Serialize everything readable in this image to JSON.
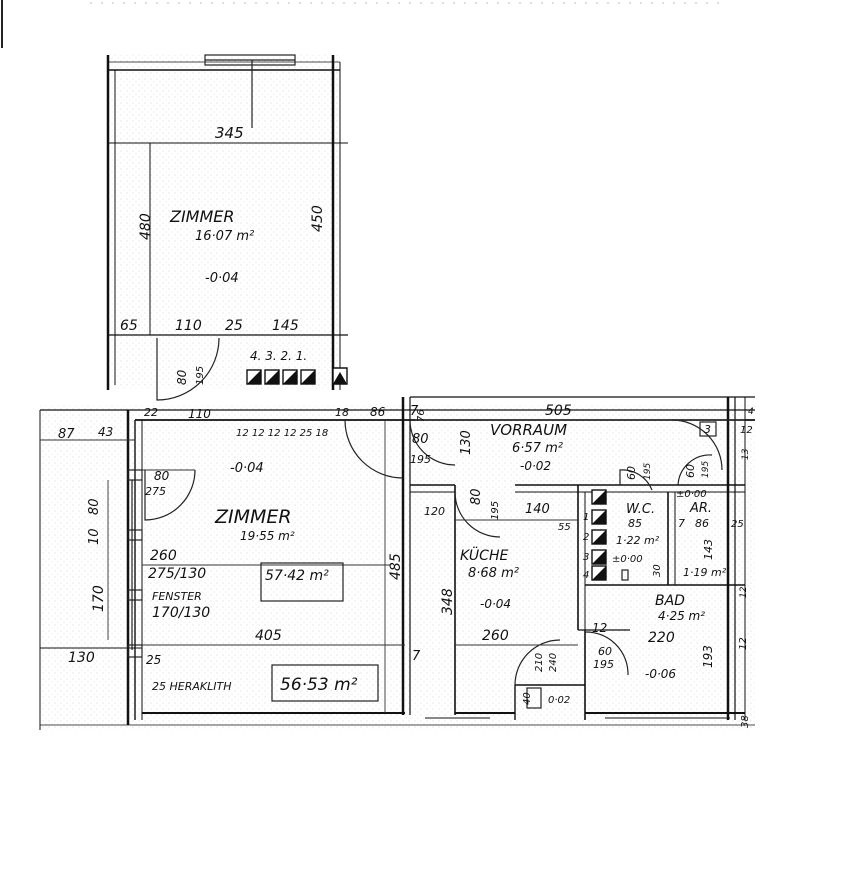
{
  "rooms": {
    "zimmer_top": {
      "name": "ZIMMER",
      "area": "16·07 m²",
      "level": "-0·04"
    },
    "zimmer_main": {
      "name": "ZIMMER",
      "area": "19·55 m²",
      "level": "-0·04"
    },
    "vorraum": {
      "name": "VORRAUM",
      "area": "6·57 m²",
      "level": "-0·02"
    },
    "kueche": {
      "name": "KÜCHE",
      "area": "8·68 m²",
      "level": "-0·04"
    },
    "wc": {
      "name": "W.C.",
      "area": "1·22 m²",
      "level": "±0·00"
    },
    "ar": {
      "name": "AR.",
      "area": "1·19 m²",
      "level": "±0·00"
    },
    "bad": {
      "name": "BAD",
      "area": "4·25 m²",
      "level": "-0·06"
    },
    "loggia": {
      "level": "0·02"
    }
  },
  "totals": {
    "subtotal": "57·42 m²",
    "total": "56·53 m²"
  },
  "notes": {
    "heraklith": "25 HERAKLITH",
    "fenster_label": "FENSTER",
    "fenster_size": "170/130",
    "opening": "275/130",
    "stair_numbers": "4. 3. 2. 1.",
    "stair_steps": [
      "1",
      "2",
      "3",
      "4"
    ]
  },
  "dimensions": {
    "top_345": "345",
    "top_480": "480",
    "top_450": "450",
    "top_65": "65",
    "top_110": "110",
    "top_25": "25",
    "top_145": "145",
    "d_80": "80",
    "d_195": "195",
    "row_22": "22",
    "row_110": "110",
    "row_25": "25",
    "row_18": "18",
    "row_86": "86",
    "row_7": "7",
    "row_76": "76",
    "row_12s": "12 12 12 12 25 18",
    "left_87": "87",
    "left_43": "43",
    "left_25": "25",
    "left_10": "10",
    "left_80": "80",
    "left_170": "170",
    "left_130": "130",
    "left_25b": "25",
    "z_80": "80",
    "z_275": "275",
    "z_260": "260",
    "z_405": "405",
    "z_485": "485",
    "v_505": "505",
    "v_80": "80",
    "v_195": "195",
    "v_130": "130",
    "v_12": "12",
    "v_3": "3",
    "k_120": "120",
    "k_80": "80",
    "k_195": "195",
    "k_140": "140",
    "k_55": "55",
    "k_348": "348",
    "k_260": "260",
    "k_7": "7",
    "wc_60": "60",
    "wc_195": "195",
    "ar_60": "60",
    "ar_195": "195",
    "wc_85": "85",
    "ar_7": "7",
    "ar_86": "86",
    "ar_25": "25",
    "ar_143": "143",
    "b_30": "30",
    "b_220": "220",
    "b_12": "12",
    "b_60": "60",
    "b_195": "195",
    "b_193": "193",
    "b_40": "40",
    "b_210": "210",
    "b_240": "240",
    "b_38": "38",
    "b_12r": "12",
    "b_12r2": "12",
    "b_13": "13",
    "b_4": "4"
  }
}
